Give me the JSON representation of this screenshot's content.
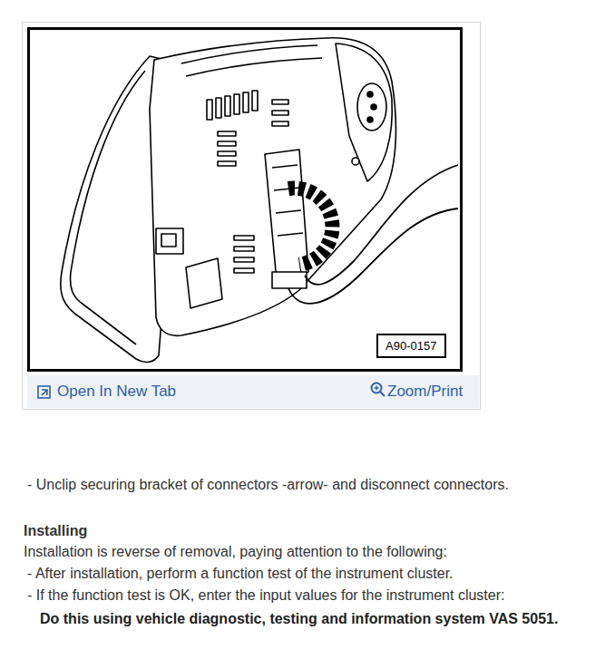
{
  "diagram": {
    "nodes": [
      {
        "text": [
          "A90-0157"
        ]
      }
    ],
    "labels": [
      "Open In New Tab",
      "Zoom/Print",
      "- Unclip securing bracket of connectors -arrow- and disconnect connectors.",
      "Installing",
      "Installation is reverse of removal, paying attention to the following:",
      "- After installation, perform a function test of the instrument cluster.",
      "- If the function test is OK, enter the input values for the instrument cluster:",
      "Do this using vehicle diagnostic, testing and information system VAS 5051."
    ]
  }
}
